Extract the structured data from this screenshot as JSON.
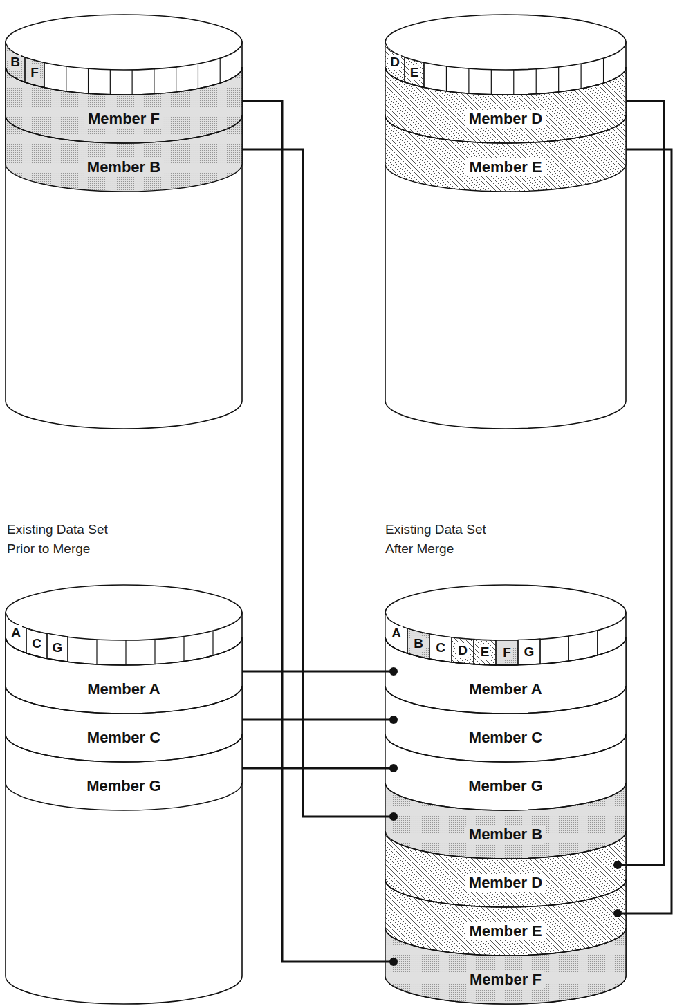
{
  "diagram": {
    "nodes": [
      {
        "text": [
          "B"
        ]
      },
      {
        "text": [
          "F"
        ]
      },
      {
        "text": [
          "Member F"
        ]
      },
      {
        "text": [
          "Member B"
        ]
      },
      {
        "text": [
          "D"
        ]
      },
      {
        "text": [
          "E"
        ]
      },
      {
        "text": [
          "Member D"
        ]
      },
      {
        "text": [
          "Member E"
        ]
      },
      {
        "text": [
          "A"
        ]
      },
      {
        "text": [
          "C"
        ]
      },
      {
        "text": [
          "G"
        ]
      },
      {
        "text": [
          "Member A"
        ]
      },
      {
        "text": [
          "Member C"
        ]
      },
      {
        "text": [
          "Member G"
        ]
      },
      {
        "text": [
          "A"
        ]
      },
      {
        "text": [
          "B"
        ]
      },
      {
        "text": [
          "C"
        ]
      },
      {
        "text": [
          "D"
        ]
      },
      {
        "text": [
          "E"
        ]
      },
      {
        "text": [
          "F"
        ]
      },
      {
        "text": [
          "G"
        ]
      },
      {
        "text": [
          "Member A"
        ]
      },
      {
        "text": [
          "Member C"
        ]
      },
      {
        "text": [
          "Member G"
        ]
      },
      {
        "text": [
          "Member B"
        ]
      },
      {
        "text": [
          "Member D"
        ]
      },
      {
        "text": [
          "Member E"
        ]
      },
      {
        "text": [
          "Member F"
        ]
      }
    ],
    "edges": [
      {
        "from": 2,
        "to": 27,
        "arrow": "none"
      },
      {
        "from": 3,
        "to": 24,
        "arrow": "none"
      },
      {
        "from": 6,
        "to": 25,
        "arrow": "none"
      },
      {
        "from": 7,
        "to": 26,
        "arrow": "none"
      },
      {
        "from": 11,
        "to": 21,
        "arrow": "none"
      },
      {
        "from": 12,
        "to": 22,
        "arrow": "none"
      },
      {
        "from": 13,
        "to": 23,
        "arrow": "none"
      }
    ],
    "labels": [
      "Existing Data Set Prior to Merge",
      "Existing Data Set After Merge"
    ]
  }
}
